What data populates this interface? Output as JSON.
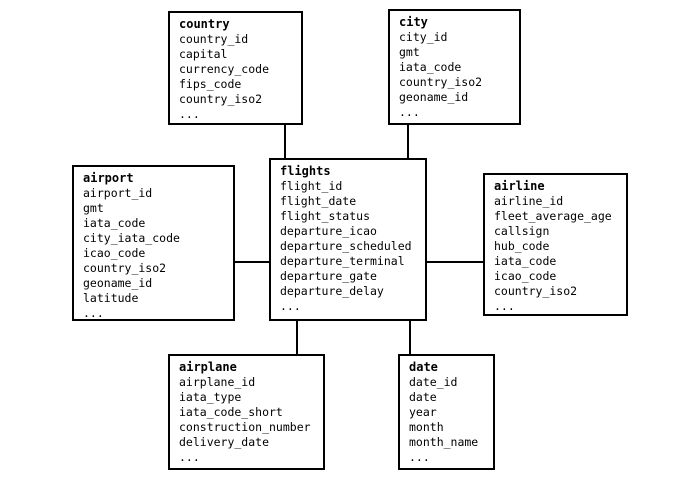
{
  "entities": {
    "country": {
      "name": "country",
      "fields": [
        "country_id",
        "capital",
        "currency_code",
        "fips_code",
        "country_iso2",
        "..."
      ]
    },
    "city": {
      "name": "city",
      "fields": [
        "city_id",
        "gmt",
        "iata_code",
        "country_iso2",
        "geoname_id",
        "..."
      ]
    },
    "airport": {
      "name": "airport",
      "fields": [
        "airport_id",
        "gmt",
        "iata_code",
        "city_iata_code",
        "icao_code",
        "country_iso2",
        "geoname_id",
        "latitude",
        "..."
      ]
    },
    "flights": {
      "name": "flights",
      "fields": [
        "flight_id",
        "flight_date",
        "flight_status",
        "departure_icao",
        "departure_scheduled",
        "departure_terminal",
        "departure_gate",
        "departure_delay",
        "..."
      ]
    },
    "airline": {
      "name": "airline",
      "fields": [
        "airline_id",
        "fleet_average_age",
        "callsign",
        "hub_code",
        "iata_code",
        "icao_code",
        "country_iso2",
        "..."
      ]
    },
    "airplane": {
      "name": "airplane",
      "fields": [
        "airplane_id",
        "iata_type",
        "iata_code_short",
        "construction_number",
        "delivery_date",
        "..."
      ]
    },
    "date": {
      "name": "date",
      "fields": [
        "date_id",
        "date",
        "year",
        "month",
        "month_name",
        "..."
      ]
    }
  },
  "relationships": [
    [
      "flights",
      "country"
    ],
    [
      "flights",
      "city"
    ],
    [
      "flights",
      "airport"
    ],
    [
      "flights",
      "airline"
    ],
    [
      "flights",
      "airplane"
    ],
    [
      "flights",
      "date"
    ]
  ]
}
